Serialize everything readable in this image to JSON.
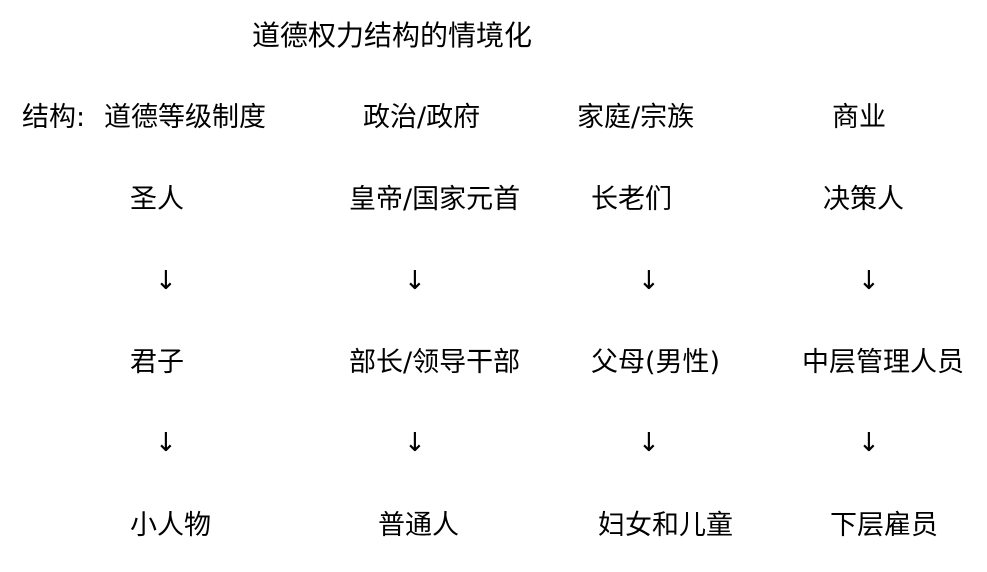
{
  "title": "道德权力结构的情境化",
  "structure_label": "结构:",
  "columns": [
    {
      "header": "道德等级制度",
      "top": "圣人",
      "middle": "君子",
      "bottom": "小人物"
    },
    {
      "header": "政治/政府",
      "top": "皇帝/国家元首",
      "middle": "部长/领导干部",
      "bottom": "普通人"
    },
    {
      "header": "家庭/宗族",
      "top": "长老们",
      "middle": "父母(男性)",
      "bottom": "妇女和儿童"
    },
    {
      "header": "商业",
      "top": "决策人",
      "middle": "中层管理人员",
      "bottom": "下层雇员"
    }
  ],
  "arrow": "↓"
}
